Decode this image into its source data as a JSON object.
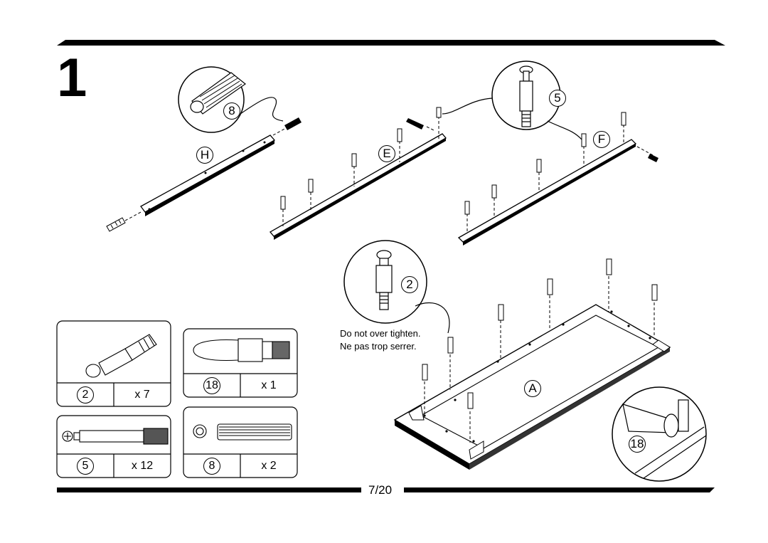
{
  "step": {
    "number": "1"
  },
  "page": {
    "number": "7/20"
  },
  "caution": {
    "en": "Do not over tighten.",
    "fr": "Ne pas trop serrer."
  },
  "panels": {
    "h": {
      "letter": "H"
    },
    "e": {
      "letter": "E"
    },
    "f": {
      "letter": "F"
    },
    "a": {
      "letter": "A"
    }
  },
  "callouts": {
    "dowel": "8",
    "cam_bolt": "5",
    "cam_lock": "2",
    "glue": "18"
  },
  "hardware": [
    {
      "part": "2",
      "qty": "x 7"
    },
    {
      "part": "18",
      "qty": "x 1"
    },
    {
      "part": "5",
      "qty": "x 12"
    },
    {
      "part": "8",
      "qty": "x 2"
    }
  ]
}
